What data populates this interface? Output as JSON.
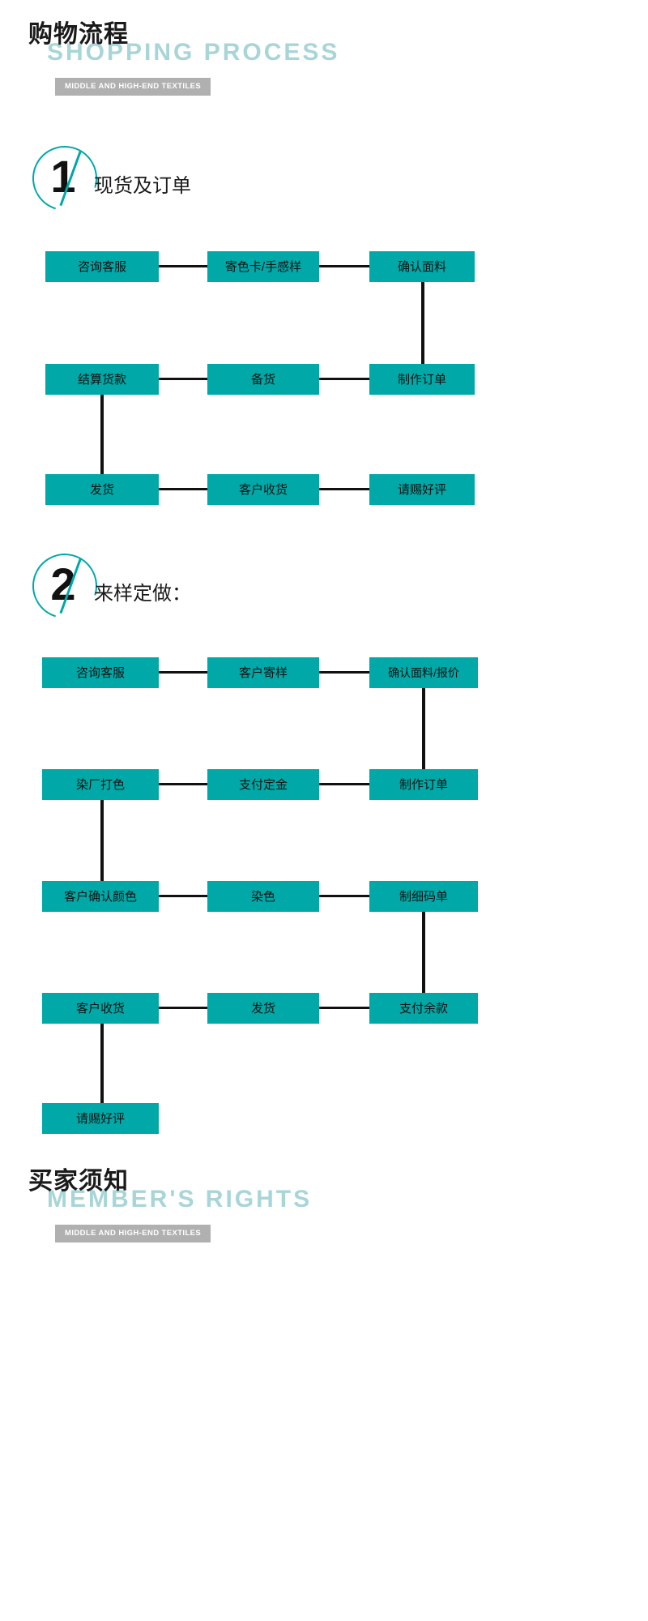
{
  "page": {
    "accent_teal": "#00a8a8",
    "pale_teal": "#a8d5d8",
    "badge_gray": "#b0b0b0"
  },
  "header_top": {
    "title_cn": "购物流程",
    "title_en": "SHOPPING PROCESS",
    "badge": "MIDDLE AND HIGH-END TEXTILES"
  },
  "header_bottom": {
    "title_cn": "买家须知",
    "title_en": "MEMBER'S  RIGHTS",
    "badge": "MIDDLE AND HIGH-END TEXTILES"
  },
  "section1": {
    "number": "1",
    "label": "现货及订单",
    "nodes": {
      "r1c1": "咨询客服",
      "r1c2": "寄色卡/手感样",
      "r1c3": "确认面料",
      "r2c1": "结算货款",
      "r2c2": "备货",
      "r2c3": "制作订单",
      "r3c1": "发货",
      "r3c2": "客户收货",
      "r3c3": "请赐好评"
    }
  },
  "section2": {
    "number": "2",
    "label": "来样定做：",
    "nodes": {
      "r1c1": "咨询客服",
      "r1c2": "客户寄样",
      "r1c3": "确认面料/报价",
      "r2c1": "染厂打色",
      "r2c2": "支付定金",
      "r2c3": "制作订单",
      "r3c1": "客户确认颜色",
      "r3c2": "染色",
      "r3c3": "制细码单",
      "r4c1": "客户收货",
      "r4c2": "发货",
      "r4c3": "支付余款",
      "r5c1": "请赐好评"
    }
  }
}
